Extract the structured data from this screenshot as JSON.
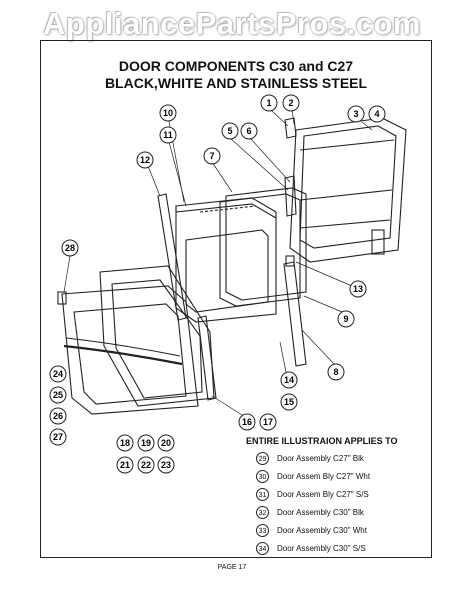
{
  "watermark": "AppliancePartsPros.com",
  "title_line1": "DOOR COMPONENTS C30 and C27",
  "title_line2": "BLACK,WHITE AND STAINLESS STEEL",
  "callouts": [
    {
      "label": "1"
    },
    {
      "label": "2"
    },
    {
      "label": "3"
    },
    {
      "label": "4"
    },
    {
      "label": "5"
    },
    {
      "label": "6"
    },
    {
      "label": "7"
    },
    {
      "label": "8"
    },
    {
      "label": "9"
    },
    {
      "label": "10"
    },
    {
      "label": "11"
    },
    {
      "label": "12"
    },
    {
      "label": "13"
    },
    {
      "label": "14"
    },
    {
      "label": "15"
    },
    {
      "label": "16"
    },
    {
      "label": "17"
    },
    {
      "label": "18"
    },
    {
      "label": "19"
    },
    {
      "label": "20"
    },
    {
      "label": "21"
    },
    {
      "label": "22"
    },
    {
      "label": "23"
    },
    {
      "label": "24"
    },
    {
      "label": "25"
    },
    {
      "label": "26"
    },
    {
      "label": "27"
    },
    {
      "label": "28"
    }
  ],
  "legend": {
    "title": "ENTIRE ILLUSTRAION APPLIES TO",
    "items": [
      {
        "num": "29",
        "text": "Door Assembly C27\" Blk"
      },
      {
        "num": "30",
        "text": "Door Assem Bly C27\" Wht"
      },
      {
        "num": "31",
        "text": "Door Assem Bly C27\" S/S"
      },
      {
        "num": "32",
        "text": "Door Assembly C30\" Blk"
      },
      {
        "num": "33",
        "text": "Door Assembly C30\" Wht"
      },
      {
        "num": "34",
        "text": "Door Assembly C30\" S/S"
      }
    ]
  },
  "page_label": "PAGE 17"
}
